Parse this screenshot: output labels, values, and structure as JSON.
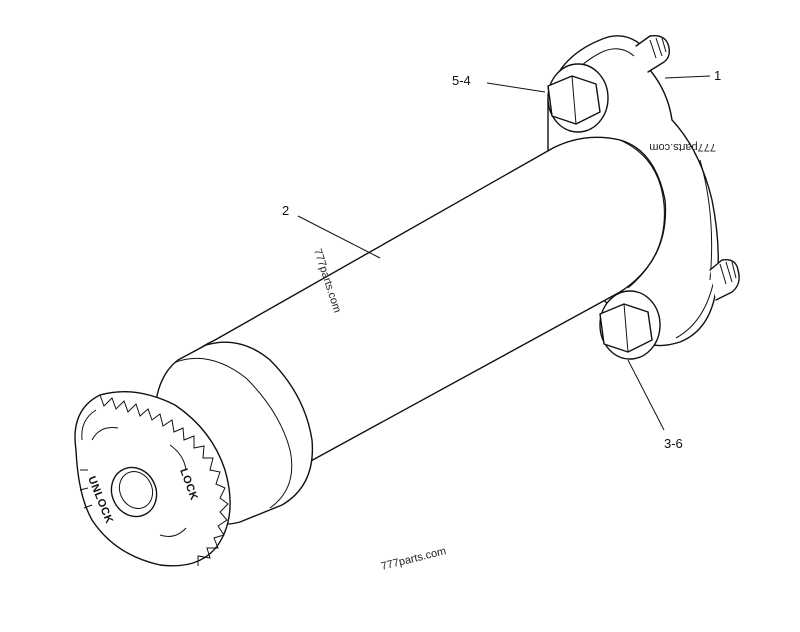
{
  "callouts": {
    "c1": "1",
    "c2": "2",
    "c54": "5-4",
    "c36": "3-6"
  },
  "dial": {
    "lock": "LOCK",
    "unlock": "UNLOCK"
  },
  "watermarks": {
    "flange": "777parts.com",
    "tube": "777parts.com",
    "bottom": "777parts.com"
  }
}
